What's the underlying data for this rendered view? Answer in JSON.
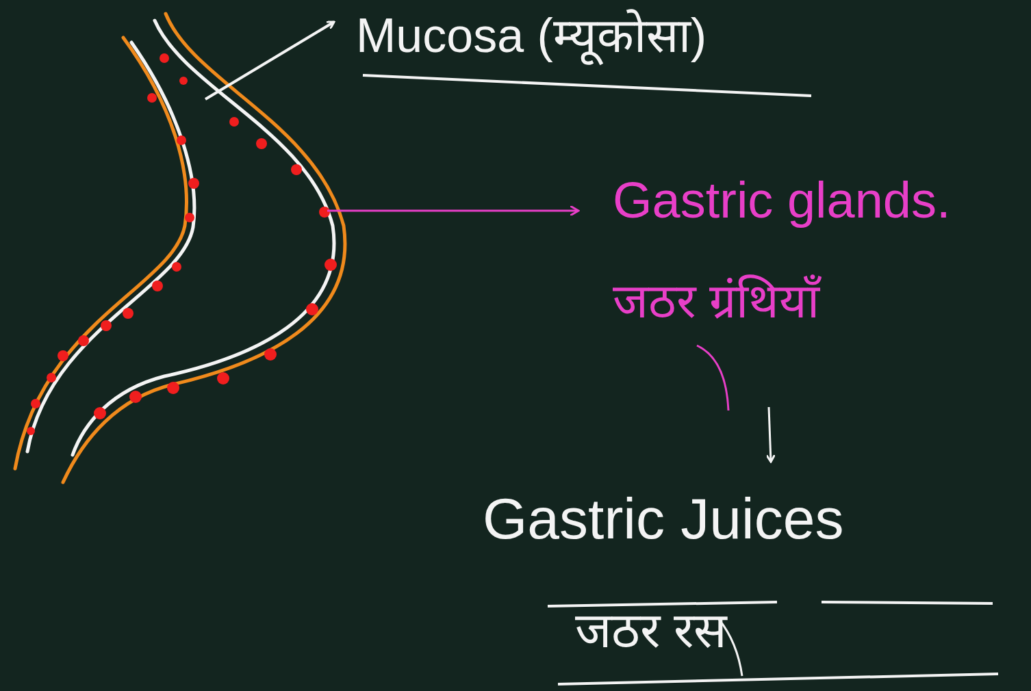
{
  "diagram": {
    "labels": [
      "Mucosa (म्यूकोसा)",
      "Gastric glands.",
      "जठर ग्रंथियाँ",
      "Gastric Juices",
      "जठर रस"
    ]
  }
}
